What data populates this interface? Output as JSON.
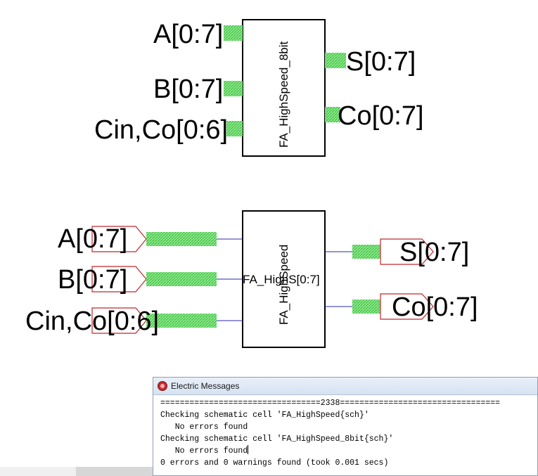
{
  "icon_top": {
    "cell_name": "FA_HighSpeed_8bit",
    "ports_in": [
      "A[0:7]",
      "B[0:7]",
      "Cin,Co[0:6]"
    ],
    "ports_out": [
      "S[0:7]",
      "Co[0:7]"
    ]
  },
  "schematic": {
    "instance_name": "FA_HighSpeed",
    "instance_overlap_label": "FA_HighS[0:7]",
    "ports_in": [
      "A[0:7]",
      "B[0:7]",
      "Cin,Co[0:6]"
    ],
    "ports_out": [
      "S[0:7]",
      "Co[0:7]"
    ]
  },
  "message_window": {
    "title": "Electric Messages",
    "lines": [
      "=================================2338=================================",
      "Checking schematic cell 'FA_HighSpeed{sch}'",
      "   No errors found",
      "Checking schematic cell 'FA_HighSpeed_8bit{sch}'",
      "   No errors found",
      "0 errors and 0 warnings found (took 0.001 secs)"
    ]
  },
  "colors": {
    "bus": "#5fd35f",
    "wire": "#2a2aa8",
    "export_border": "#c0282b",
    "box": "#000000"
  }
}
